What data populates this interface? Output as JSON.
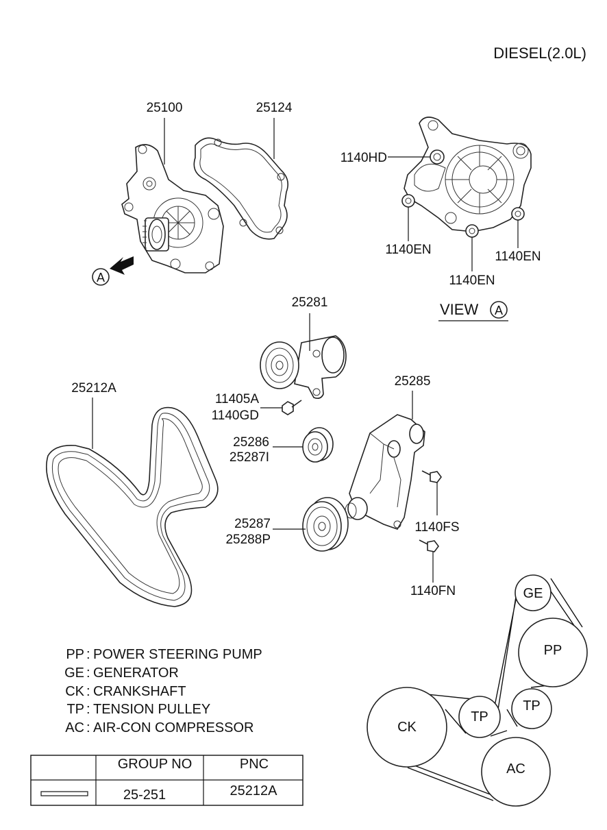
{
  "header": {
    "engine": "DIESEL(2.0L)"
  },
  "parts": {
    "water_pump": "25100",
    "gasket": "25124",
    "bolt_hd": "1140HD",
    "bolt_en_1": "1140EN",
    "bolt_en_2": "1140EN",
    "bolt_en_3": "1140EN",
    "tensioner": "25281",
    "bolt_a": "11405A",
    "bolt_gd": "1140GD",
    "idler_1": "25286",
    "idler_1_alt": "25287I",
    "bracket": "25285",
    "idler_2": "25287",
    "idler_2_alt": "25288P",
    "bolt_fs": "1140FS",
    "bolt_fn": "1140FN",
    "belt": "25212A"
  },
  "view": {
    "label": "VIEW",
    "marker": "A"
  },
  "arrow_marker": "A",
  "legend": [
    {
      "code": "PP",
      "desc": "POWER STEERING PUMP"
    },
    {
      "code": "GE",
      "desc": "GENERATOR"
    },
    {
      "code": "CK",
      "desc": "CRANKSHAFT"
    },
    {
      "code": "TP",
      "desc": "TENSION PULLEY"
    },
    {
      "code": "AC",
      "desc": "AIR-CON COMPRESSOR"
    }
  ],
  "table": {
    "headers": [
      "",
      "GROUP NO",
      "PNC"
    ],
    "row": {
      "group_no": "25-251",
      "pnc": "25212A"
    }
  },
  "pulleys": {
    "ge": "GE",
    "pp": "PP",
    "tp1": "TP",
    "tp2": "TP",
    "ck": "CK",
    "ac": "AC"
  }
}
